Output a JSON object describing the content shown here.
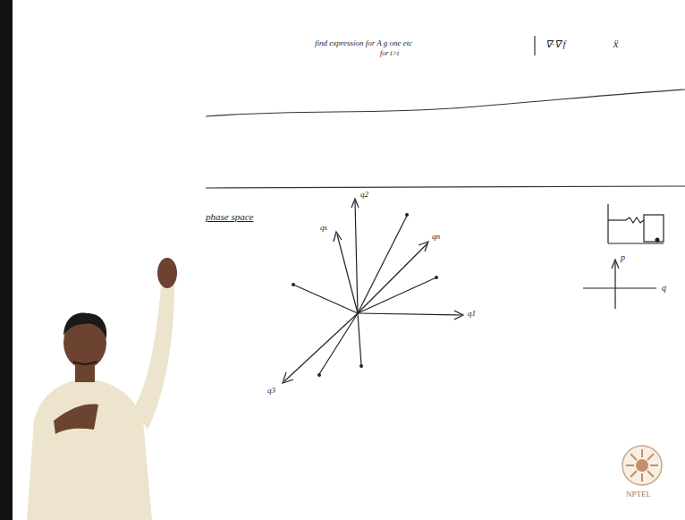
{
  "diagram": {
    "labels": [
      "find expression for A g one etc",
      "for t>t",
      "∇·∇ f",
      "ẍ",
      "phase space",
      "q2",
      "qs",
      "qn",
      "q1",
      "q3",
      "p",
      "q",
      "NPTEL"
    ]
  }
}
